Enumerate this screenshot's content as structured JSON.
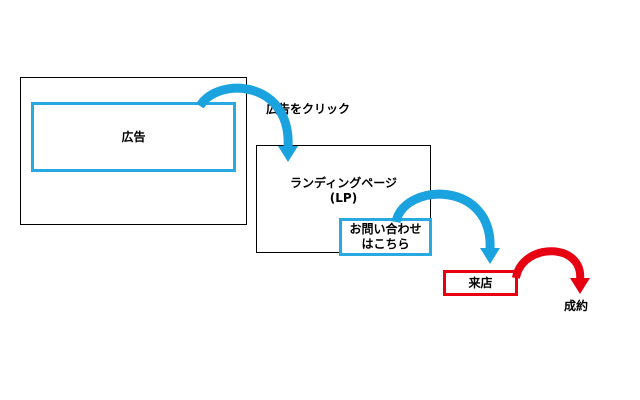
{
  "ad_frame": {
    "label": "広告"
  },
  "landing_page": {
    "title_line1": "ランディングページ",
    "title_line2": "(LP)",
    "contact_line1": "お問い合わせ",
    "contact_line2": "はこちら"
  },
  "flow_labels": {
    "click": "広告をクリック",
    "visit": "来店",
    "conversion": "成約"
  },
  "colors": {
    "frame": "#000000",
    "ad_border": "#29a9e1",
    "contact_border": "#29a9e1",
    "visit_border": "#e60012",
    "arrow_blue": "#1aa3de",
    "arrow_red": "#e60012"
  }
}
